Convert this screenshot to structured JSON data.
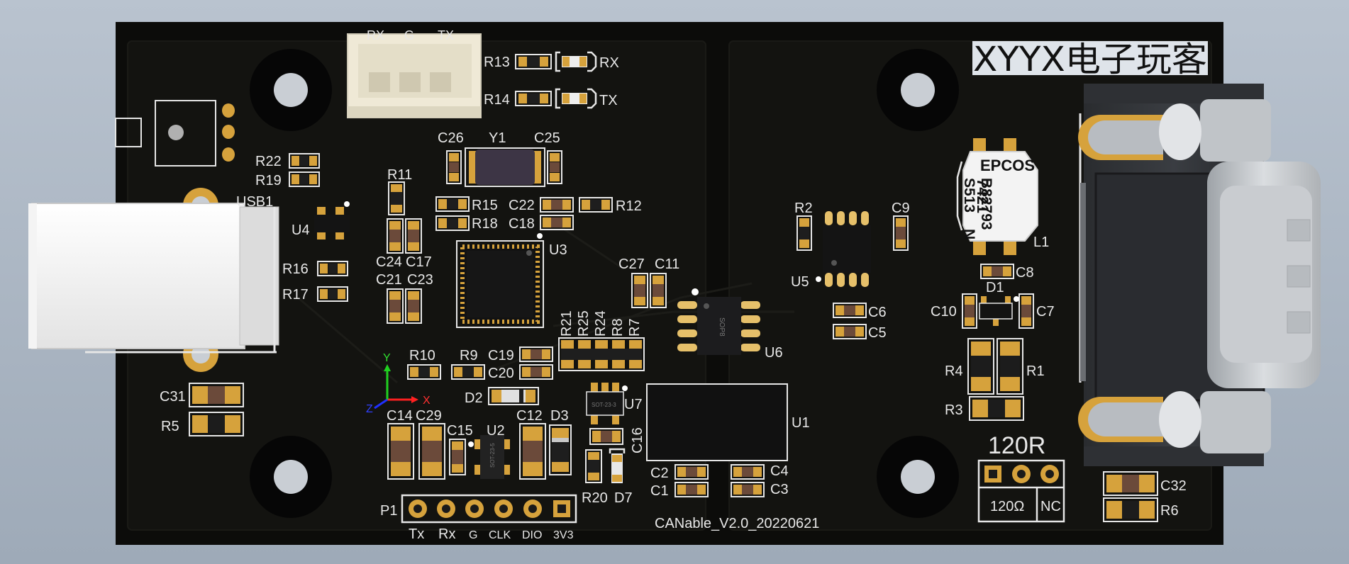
{
  "board": {
    "brand_text": "XYYX电子玩客",
    "version_text": "CANable_V2.0_20220621",
    "colors": {
      "background": "#aab5c2",
      "board": "#0c0c0a",
      "pad": "#d6a23c",
      "silkscreen": "#e8e8e8",
      "brand_bg": "#dfe4ea"
    }
  },
  "components": {
    "usb1": "USB1",
    "u4": "U4",
    "r22": "R22",
    "r19": "R19",
    "r16": "R16",
    "r17": "R17",
    "c31": "C31",
    "r5": "R5",
    "r13": "R13",
    "r14": "R14",
    "rx_led": "RX",
    "tx_led": "TX",
    "p2_pins": [
      "RX",
      "G",
      "TX"
    ],
    "r11": "R11",
    "c24": "C24",
    "c17": "C17",
    "c21": "C21",
    "c23": "C23",
    "c26": "C26",
    "y1": "Y1",
    "c25": "C25",
    "r15": "R15",
    "r18": "R18",
    "c22": "C22",
    "c18": "C18",
    "r12": "R12",
    "u3": "U3",
    "c27": "C27",
    "c11": "C11",
    "r_array": [
      "R21",
      "R25",
      "R24",
      "R8",
      "R7"
    ],
    "r10": "R10",
    "r9": "R9",
    "c19": "C19",
    "c20": "C20",
    "d2": "D2",
    "c14": "C14",
    "c29": "C29",
    "c15": "C15",
    "u2": "U2",
    "c12": "C12",
    "d3": "D3",
    "u7": "U7",
    "c16": "C16",
    "r20": "R20",
    "d7": "D7",
    "u1": "U1",
    "c2": "C2",
    "c1": "C1",
    "c4": "C4",
    "c3": "C3",
    "u6": "U6",
    "sop8_mark": "SOP8",
    "sot_mark": "SOT-23-5",
    "sot_mark_2": "SOT-23-3",
    "r2": "R2",
    "c9": "C9",
    "u5": "U5",
    "c6": "C6",
    "c5": "C5",
    "l1": "L1",
    "l1_marking": [
      "EPCOS",
      "B82793",
      "S513",
      "N",
      "7421"
    ],
    "c8": "C8",
    "d1": "D1",
    "c10": "C10",
    "c7": "C7",
    "r4": "R4",
    "r1": "R1",
    "r3": "R3",
    "c32": "C32",
    "r6": "R6"
  },
  "header_p1": {
    "label": "P1",
    "pins": [
      "Tx",
      "Rx",
      "G",
      "CLK",
      "DIO",
      "3V3"
    ]
  },
  "termination": {
    "title": "120R",
    "options": [
      "120Ω",
      "NC"
    ]
  },
  "axis": {
    "x": "X",
    "y": "Y",
    "z": "Z",
    "x_color": "#ff2020",
    "y_color": "#20d020",
    "z_color": "#2030ff"
  }
}
